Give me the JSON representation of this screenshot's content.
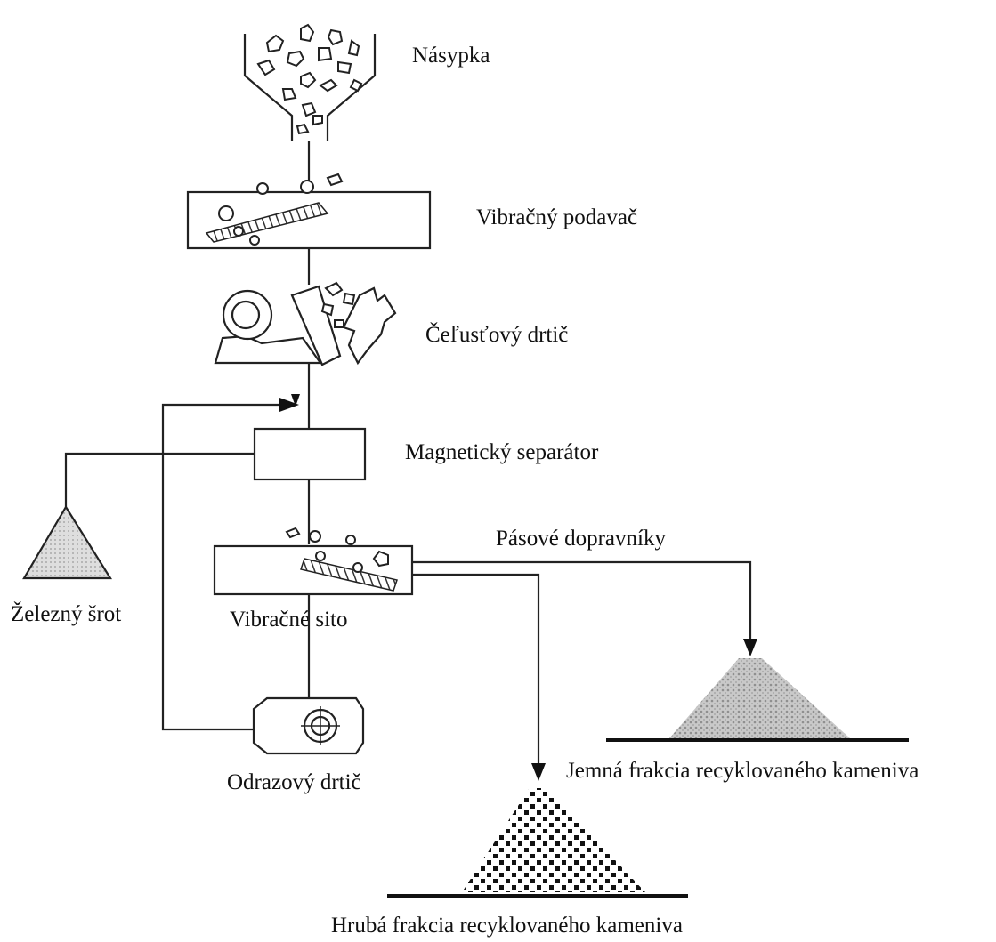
{
  "labels": {
    "hopper": "Násypka",
    "vibrating_feeder": "Vibračný podavač",
    "jaw_crusher": "Čeľusťový drtič",
    "magnetic_separator": "Magnetický separátor",
    "belt_conveyors": "Pásové dopravníky",
    "iron_scrap": "Železný šrot",
    "vibrating_screen": "Vibračné sito",
    "impact_crusher": "Odrazový drtič",
    "fine_fraction": "Jemná frakcia recyklovaného kameniva",
    "coarse_fraction": "Hrubá frakcia recyklovaného kameniva"
  }
}
